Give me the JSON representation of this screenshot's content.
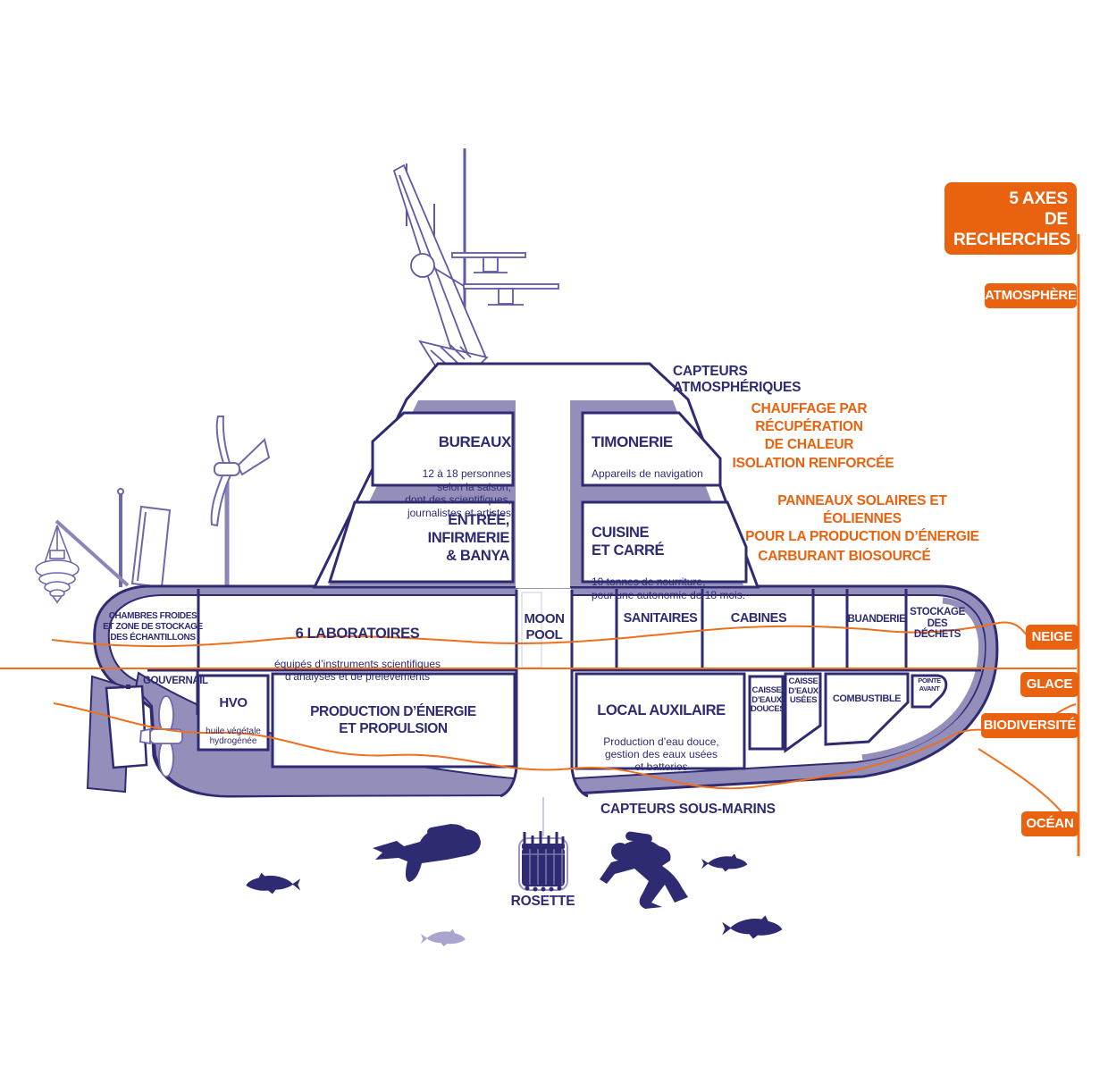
{
  "colors": {
    "purple": "#938eba",
    "navy": "#2e2b72",
    "orange": "#e8620f",
    "light_purple": "#a9a5cf"
  },
  "panel": {
    "title": "5 AXES\nDE RECHERCHES",
    "axes": [
      "ATMOSPHÈRE",
      "NEIGE",
      "GLACE",
      "BIODIVERSITÉ",
      "OCÉAN"
    ]
  },
  "callouts": {
    "capteurs_atmospheriques": "CAPTEURS ATMOSPHÉRIQUES",
    "chauffage": "CHAUFFAGE PAR RÉCUPÉRATION\nDE CHALEUR",
    "isolation": "ISOLATION RENFORCÉE",
    "panneaux": "PANNEAUX SOLAIRES ET ÉOLIENNES\nPOUR LA PRODUCTION D’ÉNERGIE",
    "carburant": "CARBURANT BIOSOURCÉ",
    "capteurs_sous_marins": "CAPTEURS SOUS-MARINS",
    "rosette": "ROSETTE"
  },
  "rooms": {
    "bureaux": {
      "title": "BUREAUX",
      "desc": "12 à 18 personnes\nselon la saison,\ndont des scientifiques,\njournalistes et artistes"
    },
    "timonerie": {
      "title": "TIMONERIE",
      "desc": "Appareils de navigation"
    },
    "entree": {
      "title": "ENTRÉE, INFIRMERIE\n& BANYA"
    },
    "cuisine": {
      "title": "CUISINE\nET  CARRÉ",
      "desc": "10 tonnes de nourriture,\npour une autonomie de 18 mois."
    },
    "chambres_froides": {
      "title": "CHAMBRES FROIDES\nET ZONE DE STOCKAGE\nDES ÉCHANTILLONS"
    },
    "laboratoires": {
      "title": "6 LABORATOIRES",
      "desc": "équipés d’instruments scientifiques\nd’analyses et de prélèvements"
    },
    "moon_pool": {
      "title": "MOON\nPOOL"
    },
    "sanitaires": {
      "title": "SANITAIRES"
    },
    "cabines": {
      "title": "CABINES"
    },
    "buanderie": {
      "title": "BUANDERIE"
    },
    "stockage_dechets": {
      "title": "STOCKAGE\nDES\nDÉCHETS"
    },
    "gouvernail": {
      "title": "GOUVERNAIL"
    },
    "hvo": {
      "title": "HVO",
      "desc": "huile végétale\nhydrogénée"
    },
    "production": {
      "title": "PRODUCTION D’ÉNERGIE\nET PROPULSION"
    },
    "local_auxilaire": {
      "title": "LOCAL AUXILAIRE",
      "desc": "Production d’eau douce,\ngestion des eaux usées\net batteries"
    },
    "caisse_eaux_douces": {
      "title": "CAISSE\nD’EAUX\nDOUCES"
    },
    "caisse_eaux_usees": {
      "title": "CAISSE\nD’EAUX\nUSÉES"
    },
    "combustible": {
      "title": "COMBUSTIBLE"
    },
    "pointe_avant": {
      "title": "POINTE\nAVANT"
    }
  }
}
